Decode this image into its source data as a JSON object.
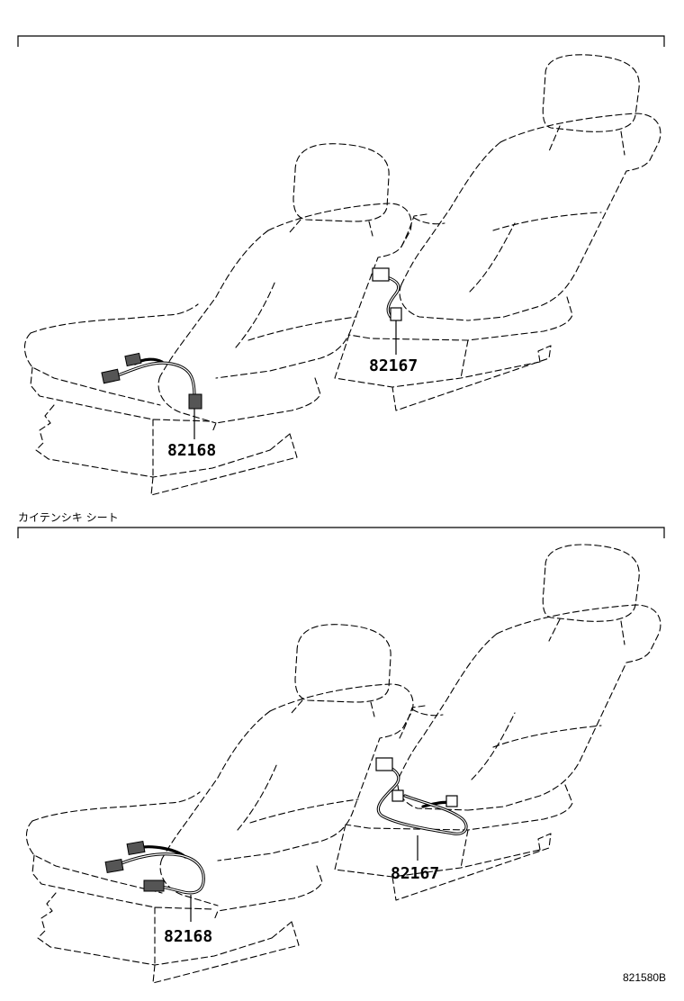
{
  "section_caption": "カイテンシキ シート",
  "figure_id": "821580B",
  "top_panel": {
    "left_seat_part": "82168",
    "right_seat_part": "82167"
  },
  "bottom_panel": {
    "left_seat_part": "82168",
    "right_seat_part": "82167"
  }
}
